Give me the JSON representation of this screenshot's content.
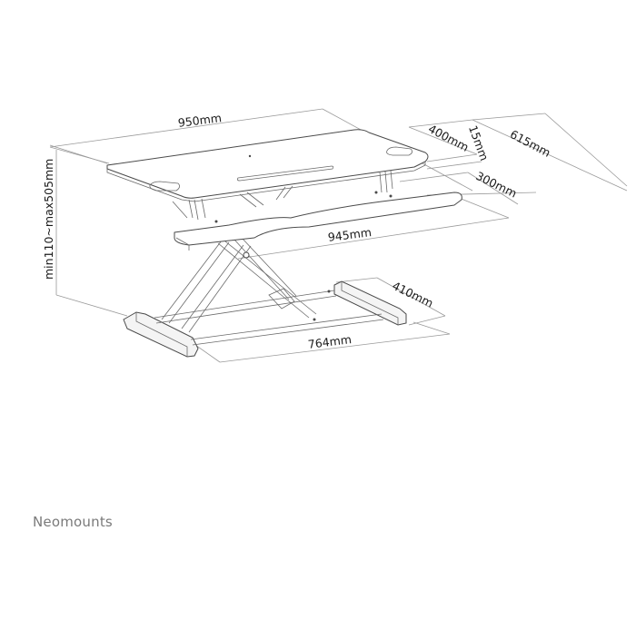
{
  "diagram": {
    "subject": "Sit-stand desk converter dimension drawing",
    "labels": {
      "top_width": "950mm",
      "top_depth": "400mm",
      "top_thickness": "15mm",
      "total_depth": "615mm",
      "keyboard_depth": "300mm",
      "keyboard_width": "945mm",
      "height_range": "min110~max505mm",
      "base_depth": "410mm",
      "base_width": "764mm"
    }
  },
  "brand": {
    "name": "Neomounts",
    "color": "#7a7a7a"
  },
  "colors": {
    "background": "#ffffff",
    "line": "#4a4a4a",
    "dimension_line": "#9a9a9a",
    "label": "#1a1a1a"
  }
}
